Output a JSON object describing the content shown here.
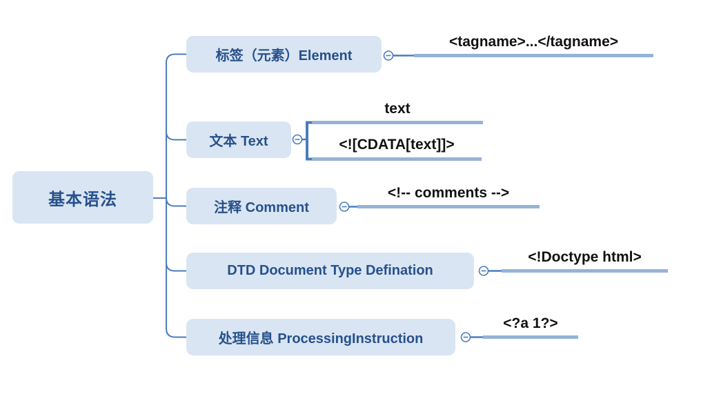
{
  "canvas": {
    "background": "#ffffff"
  },
  "colors": {
    "node_fill": "#d9e5f2",
    "node_text": "#27508c",
    "connector": "#4a7cbe",
    "leaf_underline": "#95b3d8",
    "leaf_text": "#111111"
  },
  "root": {
    "label": "基本语法"
  },
  "branches": [
    {
      "label": "标签（元素）Element",
      "collapse_icon": "minus-circle-icon",
      "children": [
        "<tagname>...</tagname>"
      ]
    },
    {
      "label": "文本 Text",
      "collapse_icon": "minus-circle-icon",
      "children": [
        "text",
        "<![CDATA[text]]>"
      ]
    },
    {
      "label": "注释 Comment",
      "collapse_icon": "minus-circle-icon",
      "children": [
        "<!-- comments -->"
      ]
    },
    {
      "label": "DTD Document Type Defination",
      "collapse_icon": "minus-circle-icon",
      "children": [
        "<!Doctype html>"
      ]
    },
    {
      "label": "处理信息 ProcessingInstruction",
      "collapse_icon": "minus-circle-icon",
      "children": [
        "<?a 1?>"
      ]
    }
  ]
}
